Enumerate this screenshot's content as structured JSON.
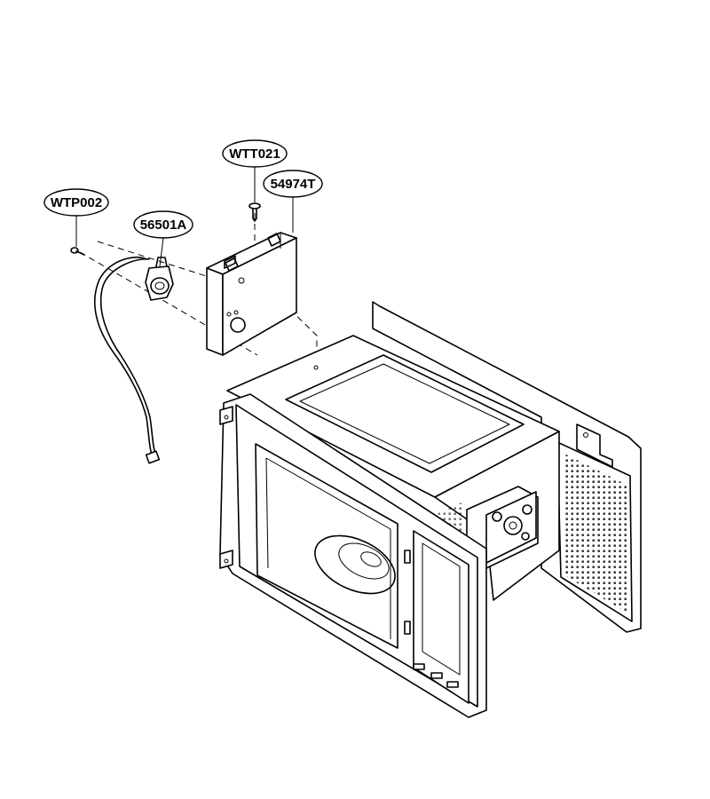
{
  "diagram": {
    "callouts": [
      {
        "id": "wtp002",
        "label": "WTP002"
      },
      {
        "id": "56501a",
        "label": "56501A"
      },
      {
        "id": "wtt021",
        "label": "WTT021"
      },
      {
        "id": "54974t",
        "label": "54974T"
      }
    ]
  }
}
